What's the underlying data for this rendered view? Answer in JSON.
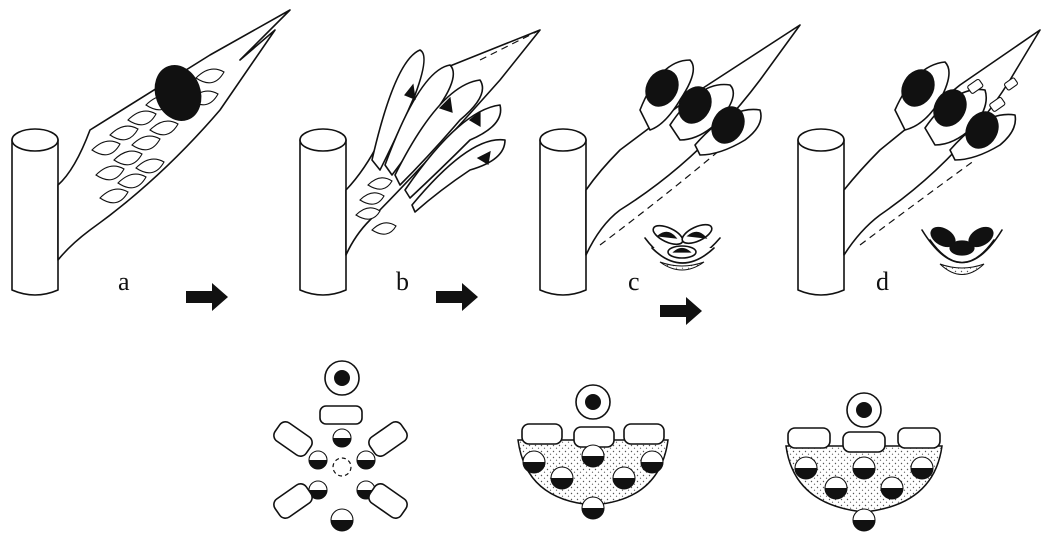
{
  "panels": [
    {
      "label": "a"
    },
    {
      "label": "b"
    },
    {
      "label": "c"
    },
    {
      "label": "d"
    }
  ],
  "icons": {
    "arrow": "right-arrow-icon",
    "stem": "branch-stem-icon",
    "floral_diagram": "floral-diagram-icon"
  },
  "colors": {
    "ink": "#111111",
    "background": "#ffffff",
    "stipple": "#555555"
  }
}
